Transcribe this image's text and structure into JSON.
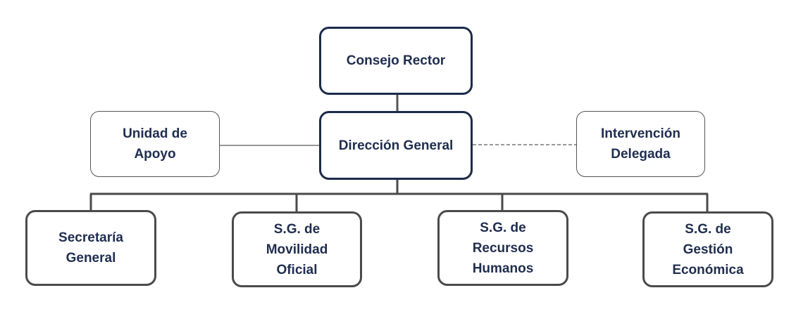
{
  "diagram": {
    "nodes": {
      "consejo": "Consejo Rector",
      "direccion": "Dirección General",
      "unidad": "Unidad de\nApoyo",
      "intervencion": "Intervención\nDelegada",
      "secretaria": "Secretaría\nGeneral",
      "movilidad": "S.G. de\nMovilidad\nOficial",
      "recursos": "S.G. de\nRecursos\nHumanos",
      "gestion": "S.G. de\nGestión\nEconómica"
    },
    "colors": {
      "main_border": "#1c2b4b",
      "text": "#1f2d4f",
      "connector": "#555555"
    }
  }
}
